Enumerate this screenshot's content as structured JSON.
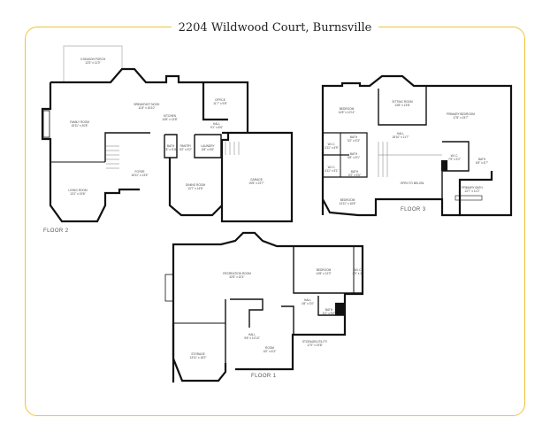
{
  "title": "2204 Wildwood Court, Burnsville",
  "colors": {
    "frame": "#f2c23a",
    "wall": "#111111",
    "window": "#cccccc"
  },
  "floor2": {
    "label": "FLOOR 2",
    "rooms": [
      {
        "name": "3 Season Porch",
        "dims": "13'3\" x 11'0\""
      },
      {
        "name": "Breakfast Nook",
        "dims": "11'8\" x 16'10\""
      },
      {
        "name": "Family Room",
        "dims": "15'11\" x 20'8\""
      },
      {
        "name": "Kitchen",
        "dims": "14'8\" x 13'8\""
      },
      {
        "name": "Office",
        "dims": "11'7\" x 9'8\""
      },
      {
        "name": "Hall",
        "dims": "9'1\" x 8'6\""
      },
      {
        "name": "Bath",
        "dims": "4'8\" x 5'11\""
      },
      {
        "name": "Pantry",
        "dims": "5'2\" x 5'2\""
      },
      {
        "name": "Laundry",
        "dims": "6'8\" x 6'8\""
      },
      {
        "name": "Foyer",
        "dims": "16'11\" x 13'5\""
      },
      {
        "name": "Living Room",
        "dims": "13'1\" x 19'6\""
      },
      {
        "name": "Dining Room",
        "dims": "13'7\" x 14'6\""
      },
      {
        "name": "Garage",
        "dims": "19'8\" x 22'7\""
      }
    ]
  },
  "floor3": {
    "label": "FLOOR 3",
    "rooms": [
      {
        "name": "Bedroom",
        "dims": "14'8\" x 12'11\""
      },
      {
        "name": "Sitting Room",
        "dims": "13'8\" x 13'8\""
      },
      {
        "name": "Primary Bedroom",
        "dims": "17'8\" x 15'7\""
      },
      {
        "name": "Hall",
        "dims": "18'10\" x 11'7\""
      },
      {
        "name": "W.I.C.",
        "dims": "4'11\" x 6'9\""
      },
      {
        "name": "Bath",
        "dims": "5'2\" x 5'3\""
      },
      {
        "name": "Bath",
        "dims": "6'8\" x 8'1\""
      },
      {
        "name": "W.I.C.",
        "dims": "4'11\" x 5'1\""
      },
      {
        "name": "Bath",
        "dims": "6'2\" x 5'6\""
      },
      {
        "name": "W.I.C.",
        "dims": "7'5\" x 9'2\""
      },
      {
        "name": "Bath",
        "dims": "6'5\" x 6'7\""
      },
      {
        "name": "Open to Below",
        "dims": ""
      },
      {
        "name": "Primary Bath",
        "dims": "13'7\" x 11'2\""
      },
      {
        "name": "Bedroom",
        "dims": "13'11\" x 16'8\""
      }
    ]
  },
  "floor1": {
    "label": "FLOOR 1",
    "rooms": [
      {
        "name": "Recreation Room",
        "dims": "32'5\" x 20'1\""
      },
      {
        "name": "Bedroom",
        "dims": "14'8\" x 12'2\""
      },
      {
        "name": "W.I.C.",
        "dims": "2'9\" x 12'"
      },
      {
        "name": "Hall",
        "dims": "4'8\" x 3'0\""
      },
      {
        "name": "Bath",
        "dims": "6'1\" x 8'8\""
      },
      {
        "name": "Hall",
        "dims": "9'8\" x 12'10\""
      },
      {
        "name": "Room",
        "dims": "6'0\" x 6'3\""
      },
      {
        "name": "Storage/Utility",
        "dims": "17'0\" x 19'8\""
      },
      {
        "name": "Storage",
        "dims": "13'11\" x 18'2\""
      }
    ]
  }
}
